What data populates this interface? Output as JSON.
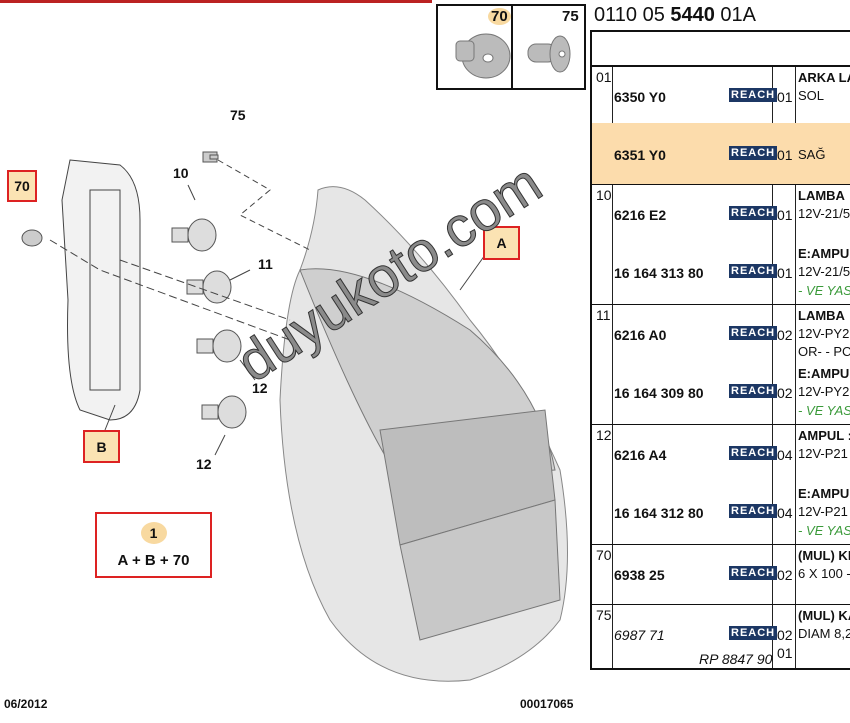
{
  "header": {
    "code_prefix": "0110 05 ",
    "code_bold": "5440",
    "code_suffix": " 01A"
  },
  "thumbs": [
    {
      "num": "70"
    },
    {
      "num": "75"
    }
  ],
  "diagram": {
    "labels": {
      "l75": "75",
      "l10": "10",
      "l11": "11",
      "l12a": "12",
      "l12b": "12",
      "l70": "70",
      "lA": "A",
      "lB": "B"
    },
    "assembly": {
      "num": "1",
      "formula": "A + B + 70"
    }
  },
  "watermark": "duyukoto.com",
  "footer": {
    "date": "06/2012",
    "id": "00017065"
  },
  "rows": [
    {
      "ref": "01",
      "items": [
        {
          "pn": "6350 Y0",
          "reach": "REACH",
          "qty": "01",
          "desc": [
            "ARKA LA",
            "SOL"
          ]
        },
        {
          "pn": "6351 Y0",
          "reach": "REACH",
          "qty": "01",
          "desc": [
            "SAĞ"
          ]
        }
      ]
    },
    {
      "ref": "10",
      "items": [
        {
          "pn": "6216 E2",
          "reach": "REACH",
          "qty": "01",
          "desc": [
            "LAMBA",
            "12V-21/5"
          ]
        },
        {
          "pn": "16 164 313 80",
          "reach": "REACH",
          "qty": "01",
          "desc": [
            "E:AMPU",
            "12V-21/5"
          ],
          "note": "- VE YAS"
        }
      ]
    },
    {
      "ref": "11",
      "items": [
        {
          "pn": "6216 A0",
          "reach": "REACH",
          "qty": "02",
          "desc": [
            "LAMBA",
            "12V-PY2",
            "OR- - PC"
          ]
        },
        {
          "pn": "16 164 309 80",
          "reach": "REACH",
          "qty": "02",
          "desc": [
            "E:AMPU",
            "12V-PY2"
          ],
          "note": "- VE YAS"
        }
      ]
    },
    {
      "ref": "12",
      "items": [
        {
          "pn": "6216 A4",
          "reach": "REACH",
          "qty": "04",
          "desc": [
            "AMPUL :",
            "12V-P21"
          ]
        },
        {
          "pn": "16 164 312 80",
          "reach": "REACH",
          "qty": "04",
          "desc": [
            "E:AMPU",
            "12V-P21"
          ],
          "note": "- VE YAS"
        }
      ]
    },
    {
      "ref": "70",
      "items": [
        {
          "pn": "6938 25",
          "reach": "REACH",
          "qty": "02",
          "desc": [
            "(MUL) KI",
            "6 X 100 -"
          ]
        }
      ]
    },
    {
      "ref": "75",
      "items": [
        {
          "pn": "6987 71",
          "reach": "REACH",
          "qty": "02",
          "desc": [
            "(MUL) KA",
            "DIAM 8,2"
          ],
          "alt_pn": "RP 8847 90",
          "alt_qty": "01"
        }
      ]
    }
  ]
}
